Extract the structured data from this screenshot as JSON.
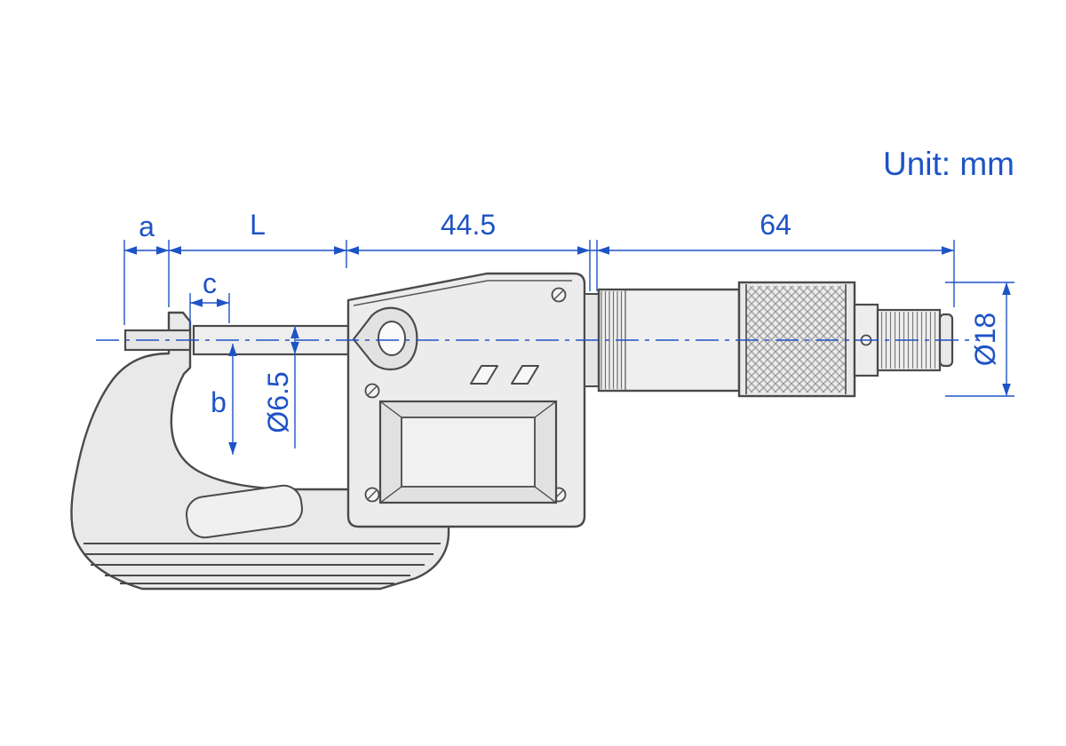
{
  "diagram": {
    "unit_label": "Unit: mm",
    "labels": {
      "a": "a",
      "L": "L",
      "housing_width": "44.5",
      "barrel_length": "64",
      "c": "c",
      "b": "b",
      "spindle_diameter": "Ø6.5",
      "end_diameter": "Ø18"
    },
    "colors": {
      "dimension_blue": "#1E53C5",
      "outline_gray": "#4a4a4a",
      "body_fill": "#e9e9e9"
    }
  }
}
